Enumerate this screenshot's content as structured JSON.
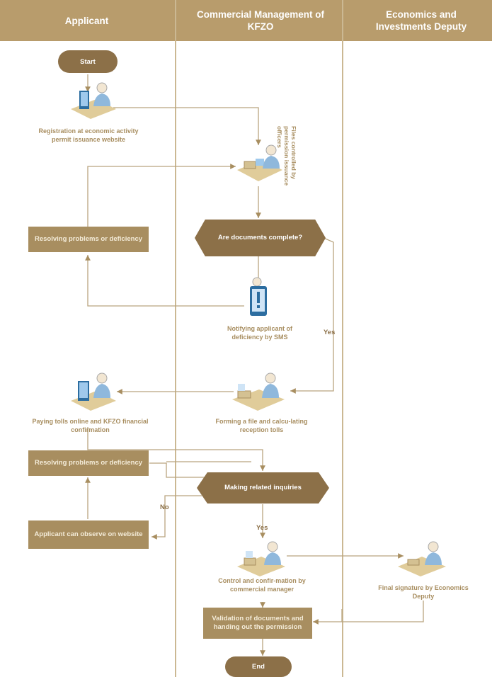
{
  "lanes": [
    "Applicant",
    "Commercial Management of KFZO",
    "Economics and Investments Deputy"
  ],
  "steps": {
    "start": "Start",
    "registration": "Registration at economic activity permit issuance website",
    "files_controlled": "Files controlled by permission issuance officers",
    "documents_complete": "Are documents complete?",
    "resolving_1": "Resolving problems or deficiency",
    "notifying": "Notifying applicant of deficiency by SMS",
    "yes_1": "Yes",
    "forming_file": "Forming a file and calcu-lating reception tolls",
    "paying_tolls": "Paying tolls online and KFZO financial confirmation",
    "resolving_2": "Resolving problems or deficiency",
    "inquiries": "Making related inquiries",
    "no": "No",
    "observe": "Applicant can observe on website",
    "yes_2": "Yes",
    "control": "Control and confir-mation by commercial manager",
    "final_signature": "Final signature by Economics Deputy",
    "validation": "Validation of documents and handing out the permission",
    "end": "End"
  },
  "colors": {
    "header": "#b89c6c",
    "box": "#a88e60",
    "terminal": "#8c7048",
    "line": "#cbb893"
  }
}
